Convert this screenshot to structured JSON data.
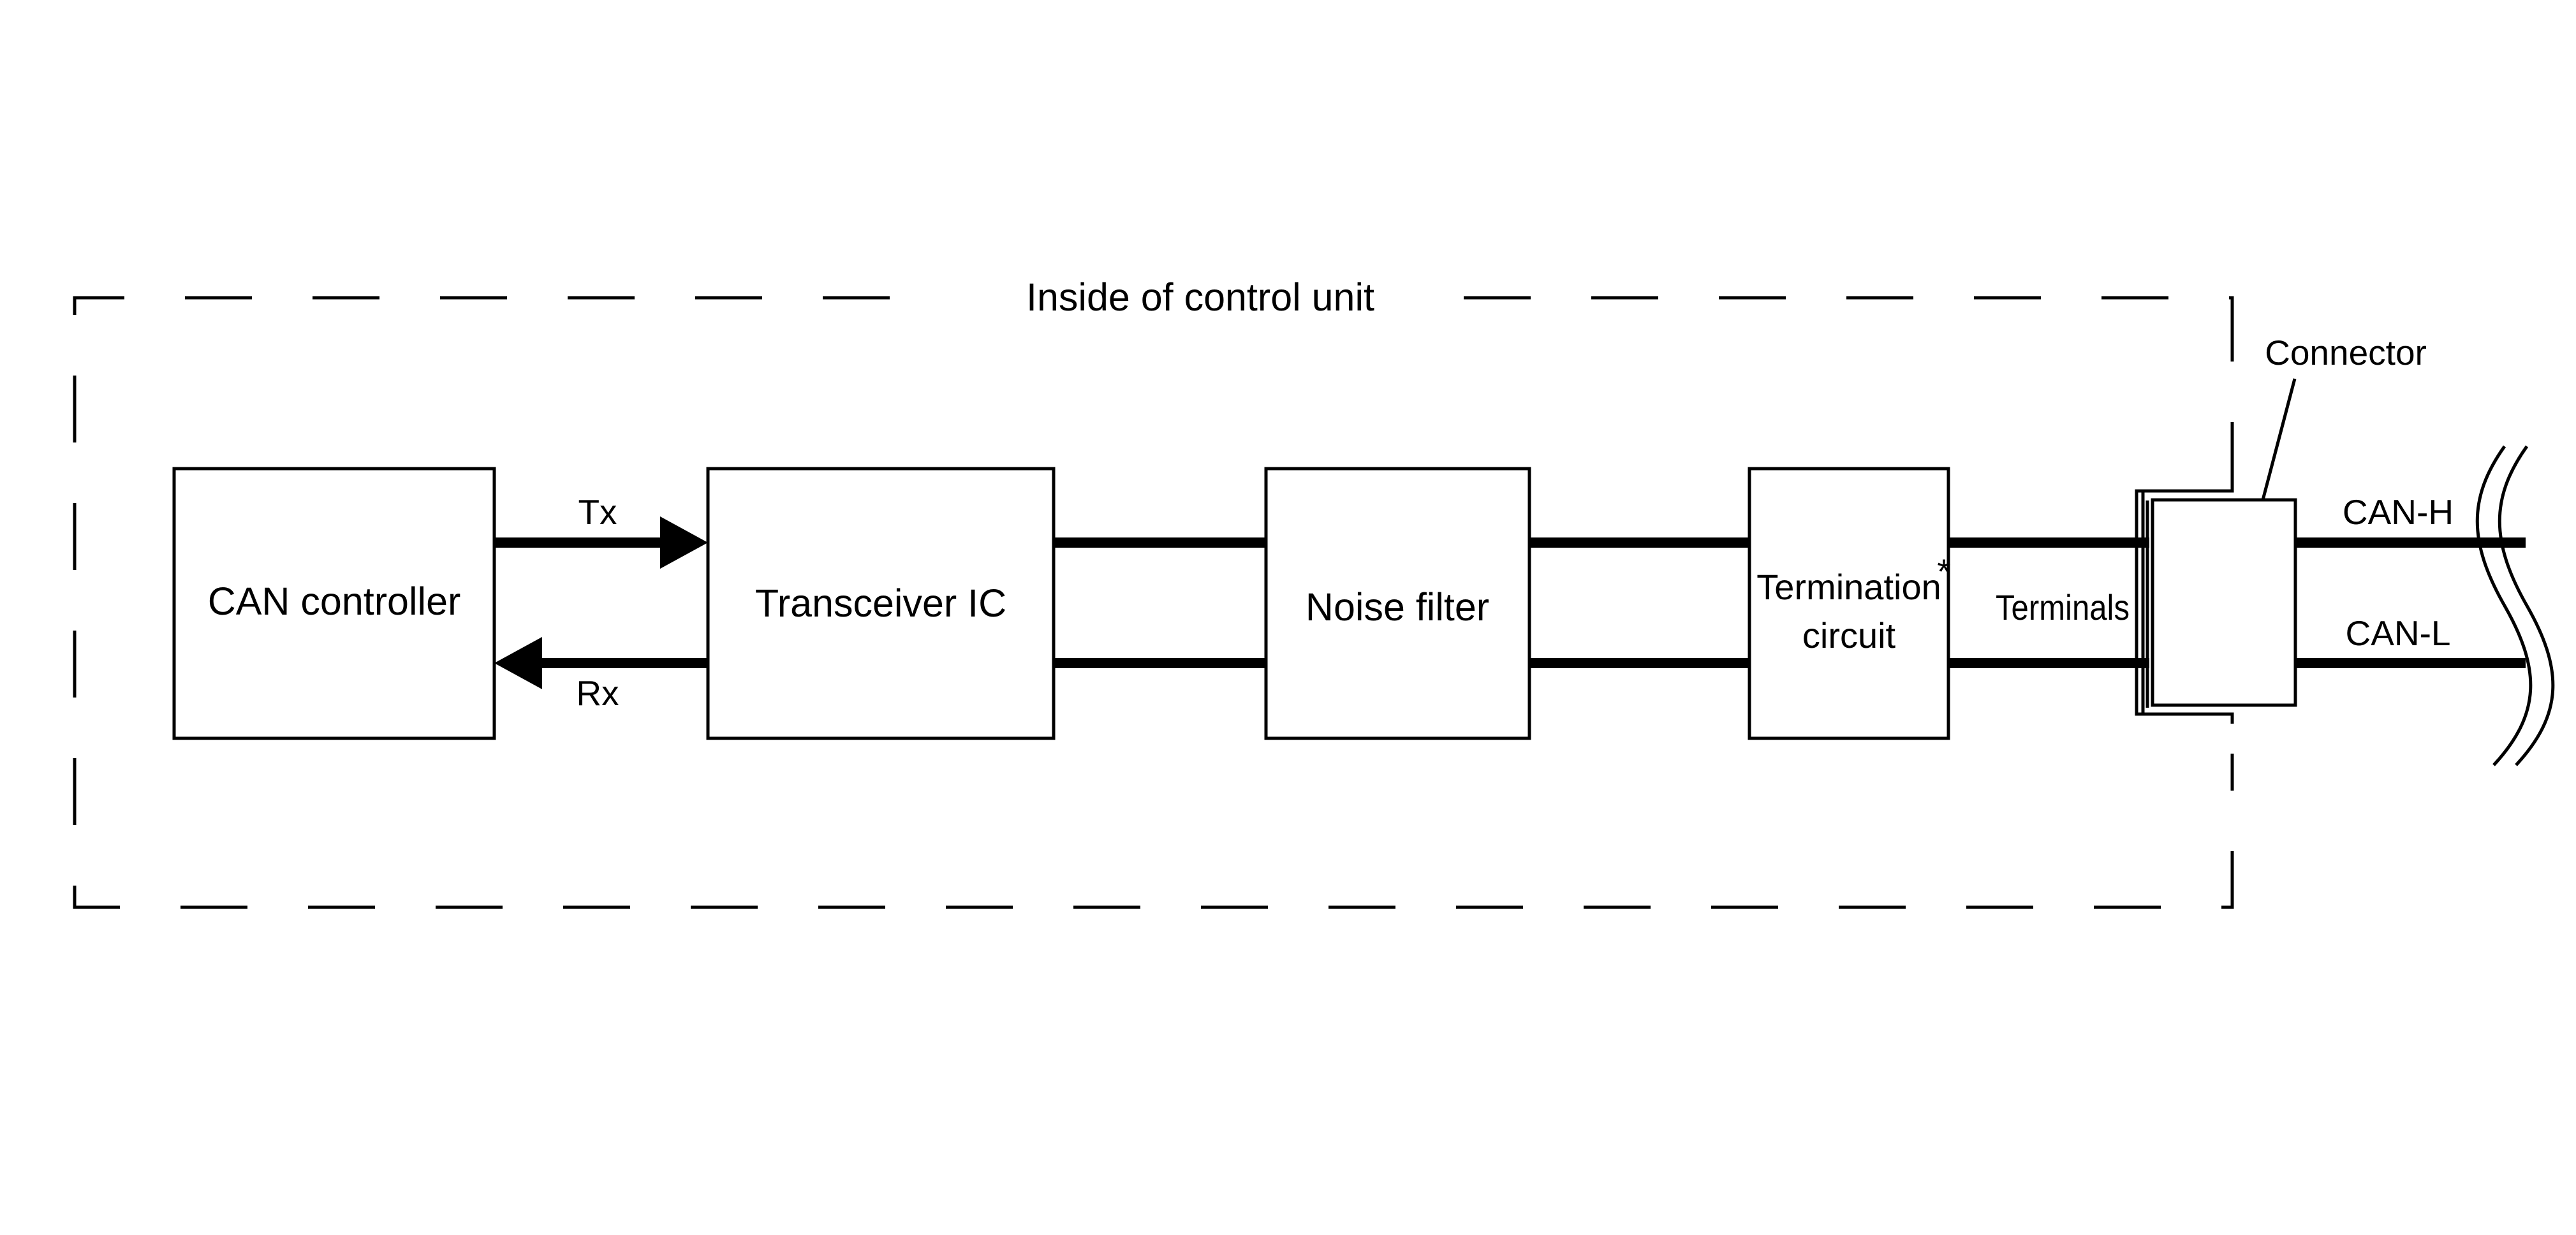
{
  "frame": {
    "label": "Inside of control unit"
  },
  "blocks": {
    "can_controller": "CAN controller",
    "transceiver": "Transceiver IC",
    "noise_filter": "Noise filter",
    "termination_line1": "Termination",
    "termination_line2": "circuit",
    "termination_note": "*"
  },
  "signals": {
    "tx": "Tx",
    "rx": "Rx"
  },
  "connector": {
    "label": "Connector",
    "terminals": "Terminals"
  },
  "bus": {
    "high": "CAN-H",
    "low": "CAN-L"
  }
}
